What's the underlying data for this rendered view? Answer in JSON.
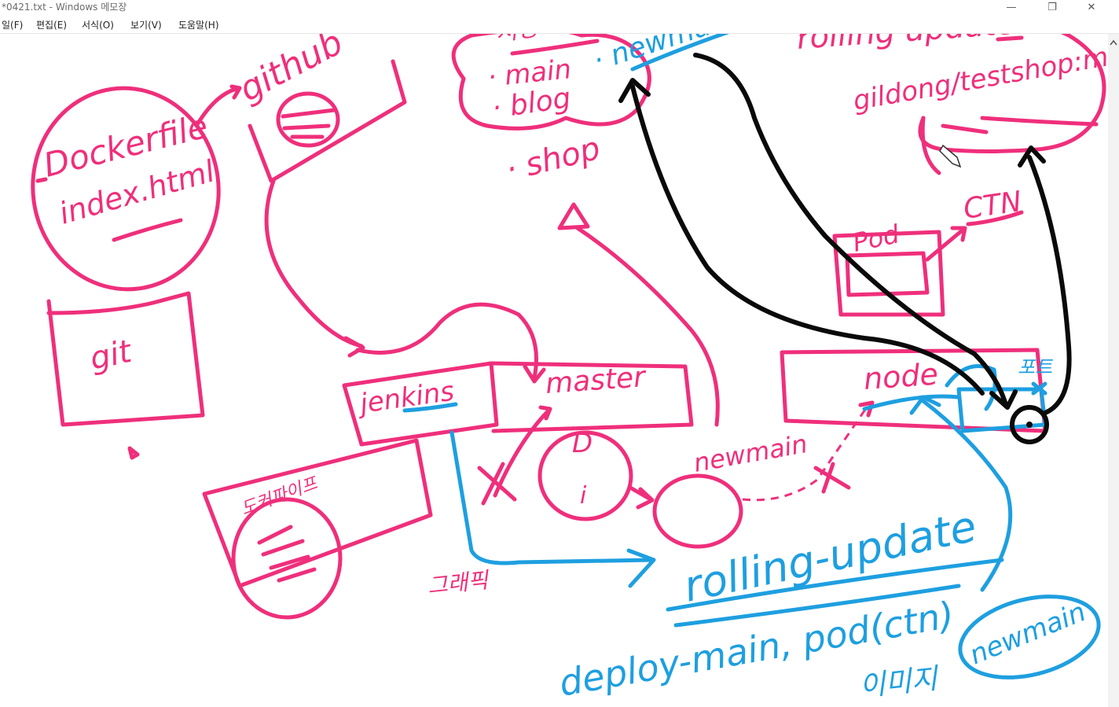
{
  "window": {
    "title": "*0421.txt - Windows 메모장",
    "minimize": "—",
    "maximize": "❐",
    "close": "✕"
  },
  "menu": [
    "일(F)",
    "편집(E)",
    "서식(O)",
    "보기(V)",
    "도움말(H)"
  ],
  "colors": {
    "pink": "#ef2f7b",
    "blue": "#1e9fe0",
    "black": "#0a0a0a"
  },
  "notes": {
    "dockerfile": "Dockerfile",
    "index_html": "index.html",
    "git": "git",
    "github": "github",
    "repo_title": "저장소",
    "repo_main": "· main",
    "repo_blog": "· blog",
    "repo_shop": "· shop",
    "repo_newmain": "· newmain",
    "jenkins": "jenkins",
    "master": "master",
    "master_d": "D",
    "master_i": "i",
    "jenkins_box_label": "도커파이프",
    "newmain": "newmain",
    "rolling_update_top": "rolling update",
    "image_name": "gildong/testshop:main",
    "pod": "Pod",
    "ctn": "CTN",
    "node": "node",
    "korean_side": "포트",
    "korean_bottom": "그래픽",
    "rolling_update_blue": "rolling-update",
    "deploy_text": "deploy-main, pod(ctn)",
    "image_korean": "이미지",
    "newmain_blue": "newmain"
  }
}
